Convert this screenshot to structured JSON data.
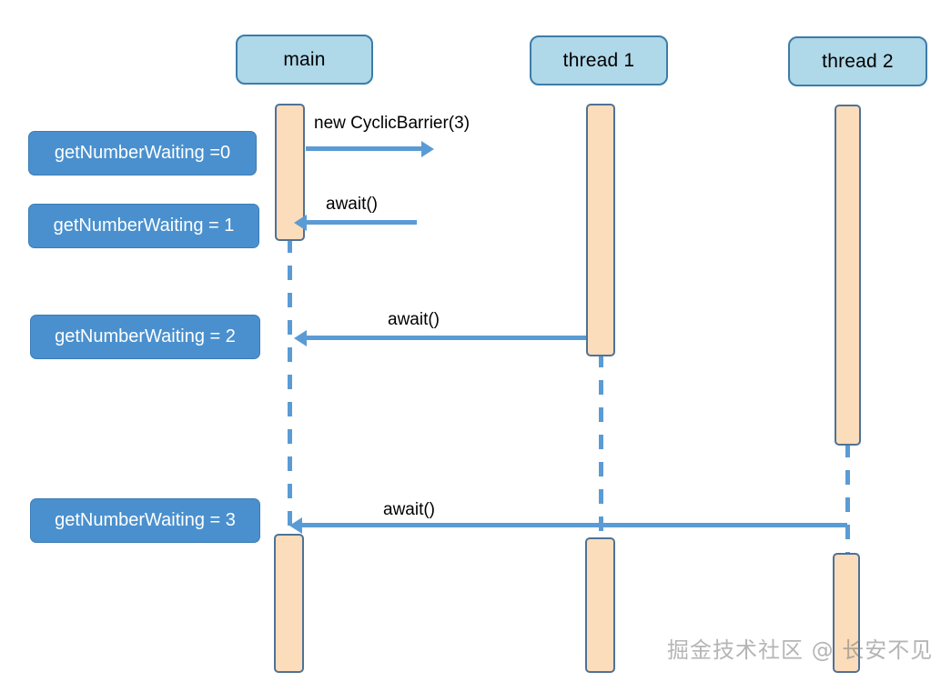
{
  "diagram": {
    "title": "CyclicBarrier sequence diagram",
    "type": "sequence-diagram",
    "colors": {
      "lifeline_head_fill": "#AFD8E8",
      "lifeline_head_border": "#3C7CA8",
      "note_fill": "#4A90CE",
      "note_text": "#FFFFFF",
      "activation_fill": "#FBDCBB",
      "activation_border": "#4E7296",
      "message_line": "#5B9BD5",
      "background": "#FFFFFF"
    }
  },
  "lifelines": [
    {
      "id": "main",
      "label": "main"
    },
    {
      "id": "thread1",
      "label": "thread 1"
    },
    {
      "id": "thread2",
      "label": "thread 2"
    }
  ],
  "notes": [
    {
      "id": "note-0",
      "label": "getNumberWaiting =0"
    },
    {
      "id": "note-1",
      "label": "getNumberWaiting = 1"
    },
    {
      "id": "note-2",
      "label": "getNumberWaiting = 2"
    },
    {
      "id": "note-3",
      "label": "getNumberWaiting = 3"
    }
  ],
  "messages": [
    {
      "id": "msg-new-barrier",
      "label": "new CyclicBarrier(3)",
      "from": "main",
      "to": "main",
      "direction": "right"
    },
    {
      "id": "msg-await-main",
      "label": "await()",
      "from": "main",
      "to": "main",
      "direction": "left"
    },
    {
      "id": "msg-await-thread1",
      "label": "await()",
      "from": "thread1",
      "to": "main",
      "direction": "left"
    },
    {
      "id": "msg-await-thread2",
      "label": "await()",
      "from": "thread2",
      "to": "main",
      "direction": "left"
    }
  ],
  "watermark": {
    "text": "掘金技术社区 @ 长安不见"
  }
}
